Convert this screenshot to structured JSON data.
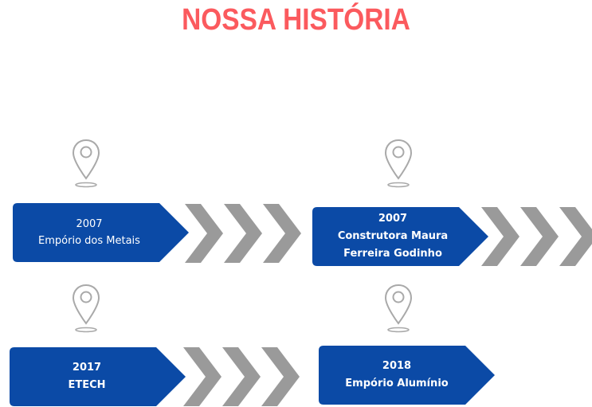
{
  "title": "NOSSA HISTÓRIA",
  "colors": {
    "title": "#fb5a5e",
    "box": "#0b4aa6",
    "chevron": "#9a9a9a",
    "pin": "#a9a9a9"
  },
  "milestones": [
    {
      "year": "2007",
      "name": "Empório dos Metais"
    },
    {
      "year": "2007",
      "name_line1": "Construtora Maura",
      "name_line2": "Ferreira Godinho"
    },
    {
      "year": "2017",
      "name": "ETECH"
    },
    {
      "year": "2018",
      "name": "Empório Alumínio"
    }
  ],
  "icons": [
    "location-pin-icon",
    "chevron-arrow-icon"
  ]
}
